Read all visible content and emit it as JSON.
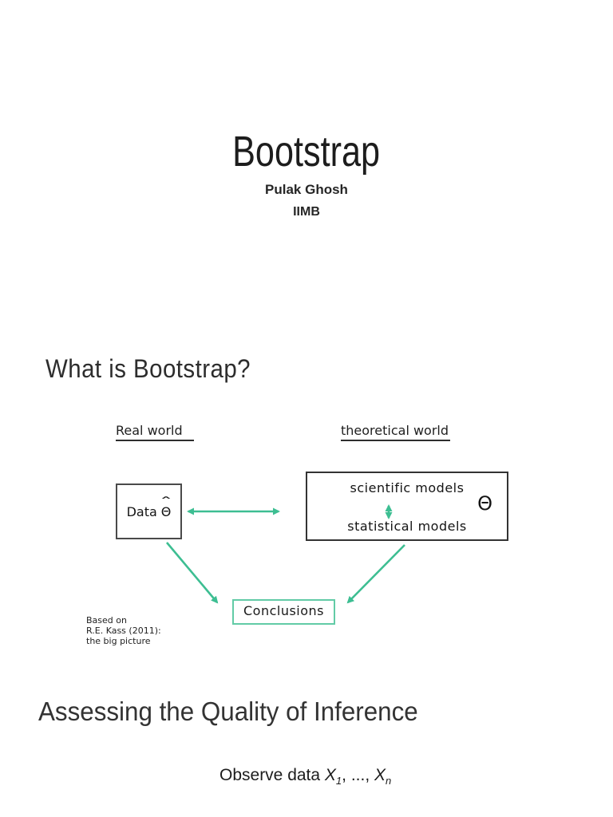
{
  "colors": {
    "ink": "#1e1e1e",
    "heading": "#2d2d2d",
    "green": "#3dbe92",
    "green-light": "#62cba6",
    "box-border": "#4a4a4a",
    "box-border-dark": "#333333"
  },
  "document": {
    "slide1": {
      "title": "Bootstrap",
      "author": "Pulak Ghosh",
      "institution": "IIMB"
    },
    "slide2": {
      "heading": "What is Bootstrap?",
      "diagram": {
        "real_world_label": "Real world",
        "theoretical_world_label": "theoretical world",
        "data_box_label": "Data",
        "data_box_symbol": "Θ",
        "data_box_hat": "ˆ",
        "models_box_line1": "scientific models",
        "models_box_line2": "statistical models",
        "models_box_symbol": "Θ",
        "conclusions_label": "Conclusions",
        "citation_lines": [
          "Based on",
          "R.E. Kass (2011):",
          "the big picture"
        ]
      }
    },
    "slide3": {
      "heading": "Assessing the Quality of Inference",
      "observe_prefix": "Observe data ",
      "x_var": "X",
      "sub_1": "1",
      "separator": ", ..., ",
      "x_var2": "X",
      "sub_n": "n"
    }
  }
}
